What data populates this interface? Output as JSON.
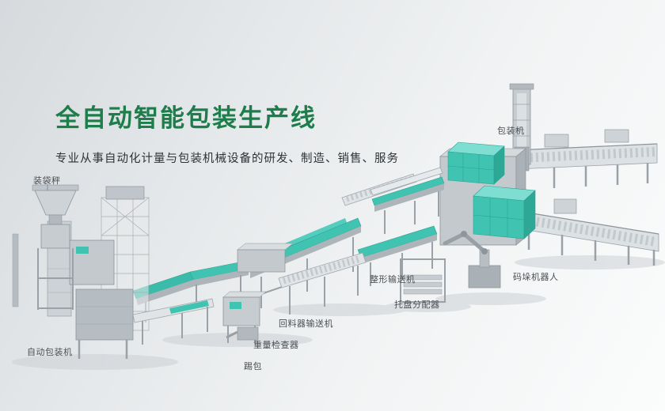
{
  "header": {
    "title": "全自动智能包装生产线",
    "subtitle": "专业从事自动化计量与包装机械设备的研发、制造、销售、服务"
  },
  "labels": [
    {
      "id": "bagging-scale",
      "text": "装袋秤"
    },
    {
      "id": "packaging-machine",
      "text": "包装机"
    },
    {
      "id": "shaping-conveyor",
      "text": "整形输送机"
    },
    {
      "id": "palletizing-robot",
      "text": "码垛机器人"
    },
    {
      "id": "pallet-dispenser",
      "text": "托盘分配器"
    },
    {
      "id": "return-feeder-conveyor",
      "text": "回料器输送机"
    },
    {
      "id": "weight-checker",
      "text": "重量检查器"
    },
    {
      "id": "kick-bag",
      "text": "踢包"
    },
    {
      "id": "auto-packaging-machine",
      "text": "自动包装机"
    }
  ],
  "colors": {
    "title_green": "#1d7d4b",
    "accent_teal": "#41c3b1",
    "machine_gray": "#c3c9cd",
    "label_text": "#4a4f54"
  }
}
